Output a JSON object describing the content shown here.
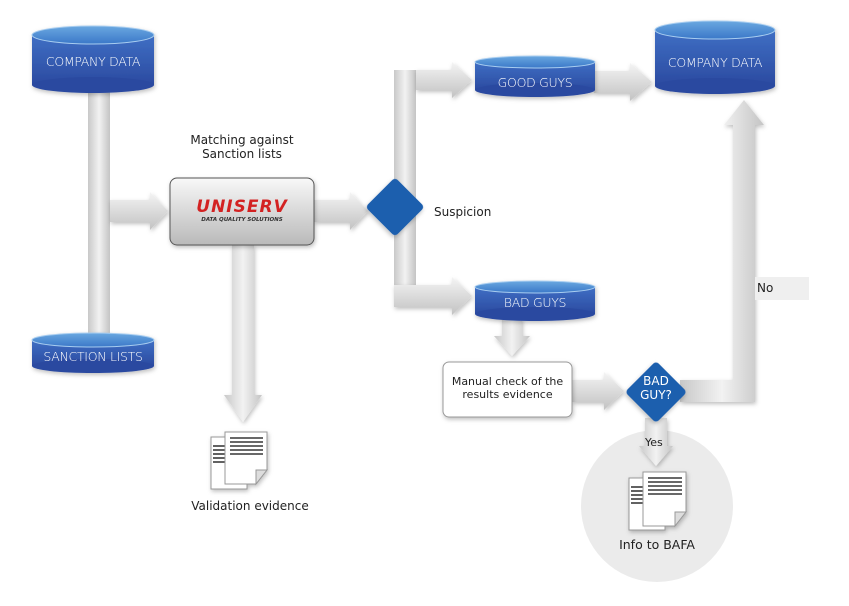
{
  "diagram": {
    "nodes": {
      "company_data_source": "COMPANY DATA",
      "sanction_lists": "SANCTION LISTS",
      "matching_caption": [
        "Matching against",
        "Sanction lists"
      ],
      "uniserv_logo": "UNISERV",
      "uniserv_tagline": "DATA QUALITY SOLUTIONS",
      "suspicion": "Suspicion",
      "good_guys": "GOOD GUYS",
      "bad_guys": "BAD GUYS",
      "company_data_target": "COMPANY DATA",
      "manual_check": [
        "Manual check of the",
        "results evidence"
      ],
      "bad_guy_decision": [
        "BAD",
        "GUY?"
      ],
      "no_label": "No",
      "yes_label": "Yes",
      "validation_evidence": "Validation evidence",
      "info_to_bafa": "Info to BAFA"
    },
    "colors": {
      "cylinder_blue": "#3a62b8",
      "cylinder_top": "#4d86cf",
      "diamond_blue": "#1f5fae",
      "arrow_gray": "#d4d4d4",
      "logo_red": "#d32222",
      "bafa_circle": "#ebebeb"
    }
  }
}
